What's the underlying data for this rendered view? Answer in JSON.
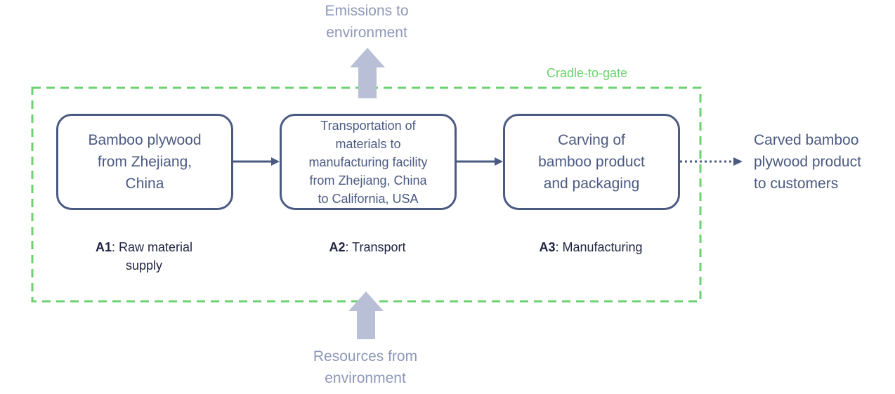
{
  "diagram": {
    "emissions_label": "Emissions to\nenvironment",
    "resources_label": "Resources from\nenvironment",
    "boundary_label": "Cradle-to-gate",
    "output_label": "Carved bamboo\nplywood product\nto customers",
    "boxes": [
      {
        "text": "Bamboo plywood\nfrom Zhejiang,\nChina"
      },
      {
        "text": "Transportation of\nmaterials to\nmanufacturing facility\nfrom Zhejiang, China\nto California, USA"
      },
      {
        "text": "Carving of\nbamboo product\nand packaging"
      }
    ],
    "stages": [
      {
        "code": "A1",
        "desc": ": Raw material\nsupply"
      },
      {
        "code": "A2",
        "desc": ": Transport"
      },
      {
        "code": "A3",
        "desc": ": Manufacturing"
      }
    ],
    "colors": {
      "box_border": "#4b5a82",
      "flow_arrow": "#4b5a82",
      "environment_arrow": "#b8bfd6",
      "boundary": "#6cd16f",
      "environment_text": "#8e98b8",
      "stage_text": "#1e2340"
    }
  }
}
